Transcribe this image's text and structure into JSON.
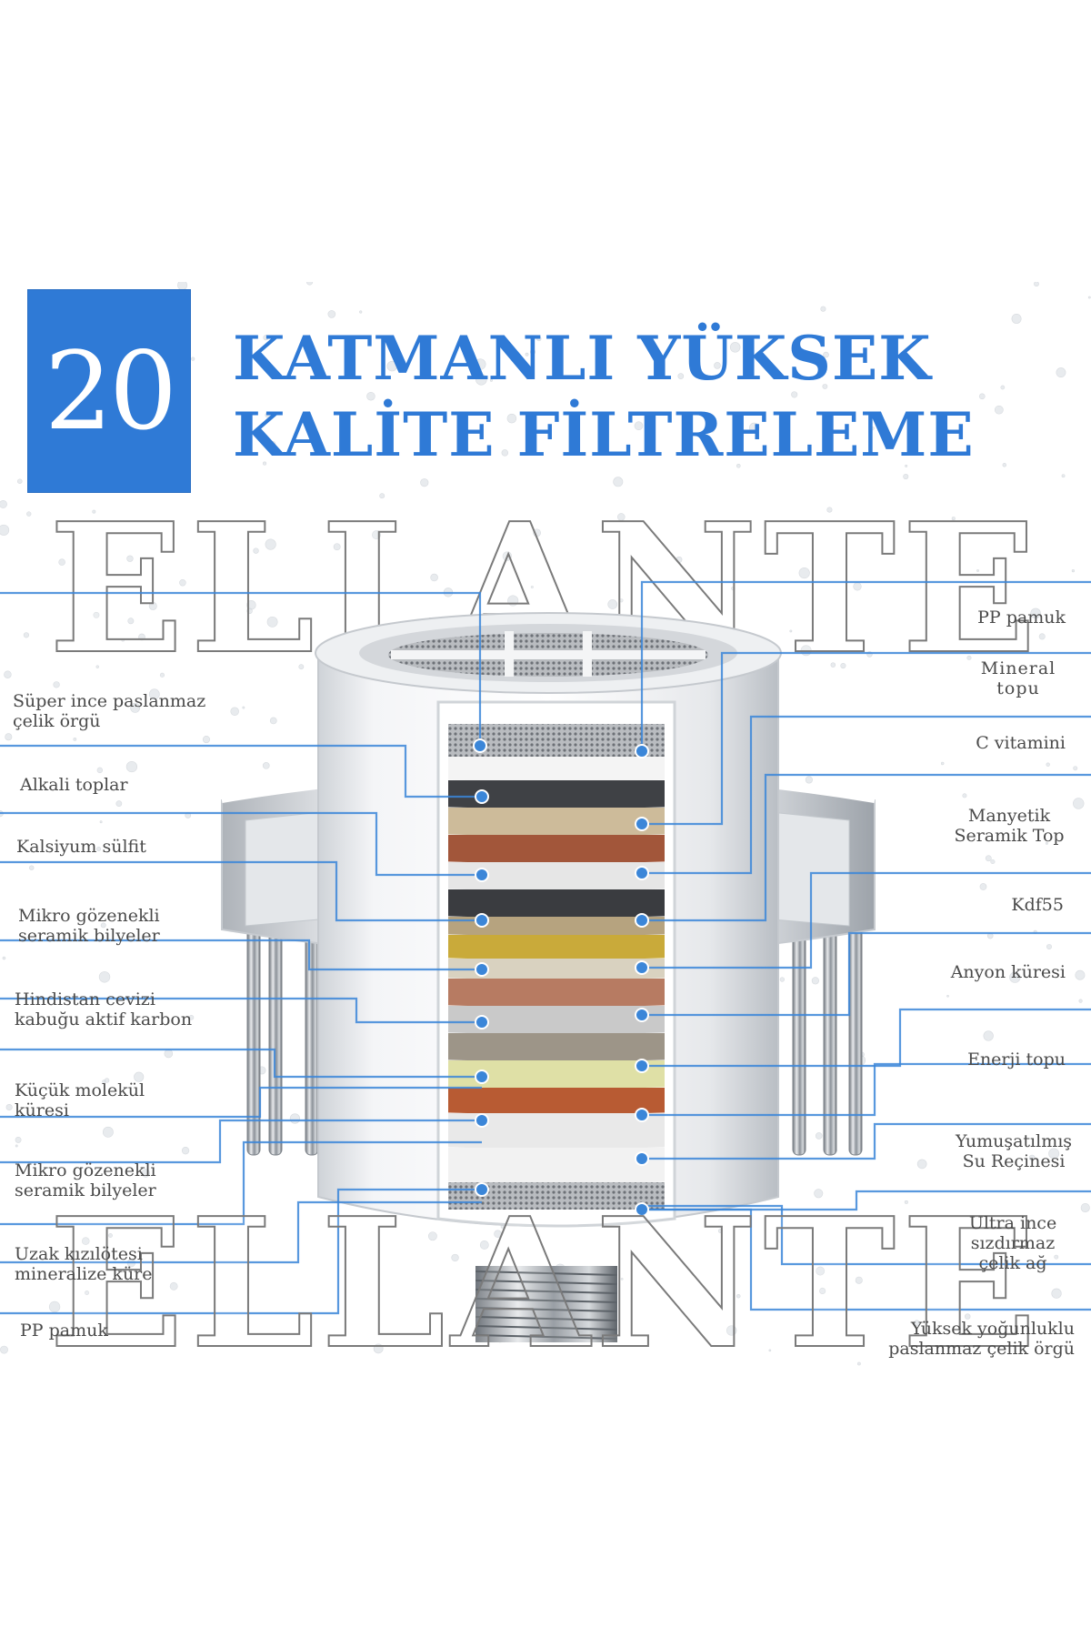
{
  "badge": {
    "number": "20"
  },
  "title": {
    "line1": "KATMANLI YÜKSEK",
    "line2": "KALİTE FİLTRELEME"
  },
  "watermark": {
    "text": "ELLANTE"
  },
  "colors": {
    "accent": "#2f7ad6",
    "leader": "#3b86d8",
    "label": "#4a4a4a"
  },
  "labels_left": [
    "Süper ince paslanmaz\nçelik örgü",
    "Alkali toplar",
    "Kalsiyum sülfit",
    "Mikro    gözenekli\nseramik bilyeler",
    "Hindistan cevizi\nkabuğu aktif karbon",
    "Küçük molekül\nküresi",
    "Mikro gözenekli\nseramik bilyeler",
    "Uzak kızılötesi\nmineralize küre",
    "PP pamuk"
  ],
  "labels_right": [
    "PP pamuk",
    "Mineral\ntopu",
    "C vitamini",
    "Manyetik\nSeramik Top",
    "Kdf55",
    "Anyon küresi",
    "Enerji topu",
    "Yumuşatılmış\nSu Reçinesi",
    "Ultra ince\nsızdırmaz\nçelik ağ",
    "Yüksek yoğunluklu\npaslanmaz çelik örgü"
  ]
}
